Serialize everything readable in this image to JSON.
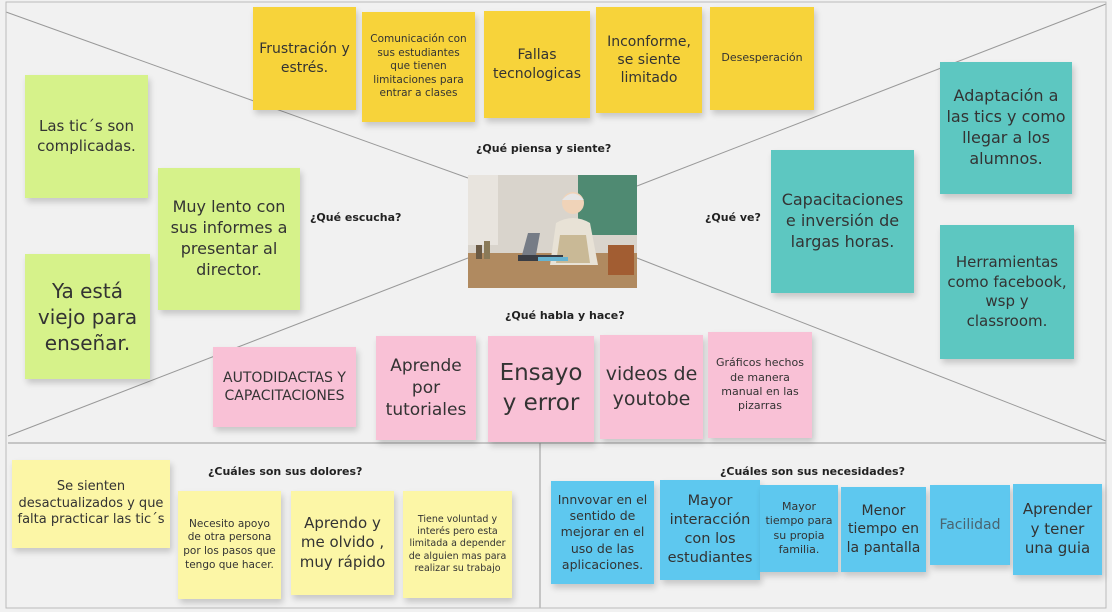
{
  "labels": {
    "piensa": "¿Qué piensa y siente?",
    "escucha": "¿Qué escucha?",
    "ve": "¿Qué ve?",
    "habla": "¿Qué habla y hace?",
    "dolores": "¿Cuáles son sus dolores?",
    "necesidades": "¿Cuáles son sus necesidades?"
  },
  "piensa_notes": [
    "Frustración y estrés.",
    "Comunicación con sus estudiantes que tienen limitaciones para entrar a clases",
    "Fallas tecnologicas",
    "Inconforme, se siente limitado",
    "Desesperación"
  ],
  "escucha_notes": [
    "Las tic´s son complicadas.",
    "Muy lento con sus informes a presentar al director.",
    "Ya está viejo para enseñar."
  ],
  "ve_notes": [
    "Adaptación a las tics y como llegar a los alumnos.",
    "Capacitaciones e inversión de largas horas.",
    "Herramientas como facebook, wsp y classroom."
  ],
  "habla_notes": [
    "AUTODIDACTAS Y CAPACITACIONES",
    "Aprende por tutoriales",
    "Ensayo y error",
    "videos de youtobe",
    "Gráficos hechos de manera manual en las pizarras"
  ],
  "dolores_notes": [
    "Se sienten desactualizados y que falta practicar las tic´s",
    "Necesito apoyo de otra persona por los pasos que tengo que hacer.",
    "Aprendo y me olvido , muy rápido",
    "Tiene voluntad y interés pero esta limitada a depender de alguien mas para realizar su trabajo"
  ],
  "necesidades_notes": [
    "Innvovar en el sentido de mejorar en el uso de las aplicaciones.",
    "Mayor interacción con los estudiantes",
    "Mayor tiempo para su propia familia.",
    "Menor tiempo en la pantalla",
    "Facilidad",
    "Aprender y tener una guia"
  ],
  "colors": {
    "yellow": "#f7d33a",
    "light_green": "#d6f28a",
    "teal": "#5dc7c1",
    "pink": "#f9c1d6",
    "pale_yellow": "#fcf6a6",
    "blue": "#5ec8ef"
  }
}
